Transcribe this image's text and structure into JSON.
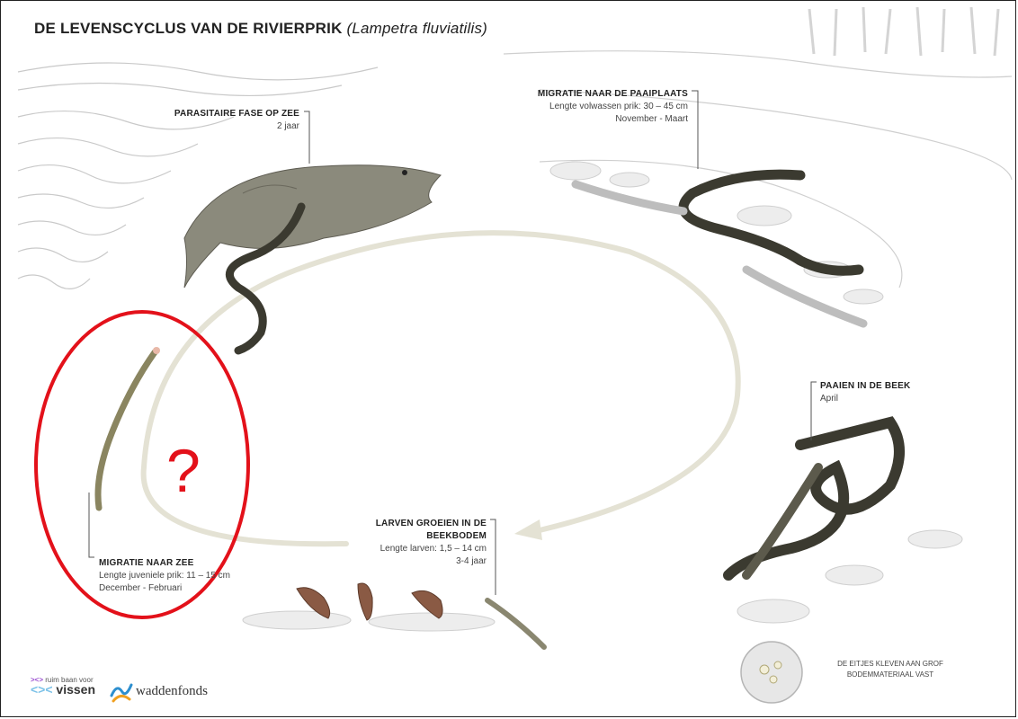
{
  "title": {
    "main": "DE LEVENSCYCLUS VAN DE RIVIERPRIK",
    "latin": "(Lampetra fluviatilis)"
  },
  "stages": {
    "parasitic": {
      "head": "PARASITAIRE FASE OP ZEE",
      "line1": "2 jaar"
    },
    "migration_spawn": {
      "head": "MIGRATIE NAAR DE PAAIPLAATS",
      "line1": "Lengte volwassen prik: 30 – 45 cm",
      "line2": "November - Maart"
    },
    "spawning": {
      "head": "PAAIEN IN DE BEEK",
      "line1": "April"
    },
    "larvae": {
      "head1": "LARVEN GROEIEN IN DE",
      "head2": "BEEKBODEM",
      "line1": "Lengte larven: 1,5 – 14 cm",
      "line2": "3-4 jaar"
    },
    "migration_sea": {
      "head": "MIGRATIE NAAR ZEE",
      "line1": "Lengte juveniele prik: 11 – 15 cm",
      "line2": "December - Februari"
    },
    "eggs": {
      "line1": "DE EITJES KLEVEN AAN GROF",
      "line2": "BODEMMATERIAAL VAST"
    }
  },
  "annotation": {
    "question_mark": "?"
  },
  "logos": {
    "rbv_small": "ruim baan voor",
    "rbv_big": "vissen",
    "waddenfonds": "waddenfonds"
  },
  "colors": {
    "highlight": "#e3111a",
    "cycle_arrow": "#e4e2d4",
    "lamprey": "#3b3a30"
  }
}
